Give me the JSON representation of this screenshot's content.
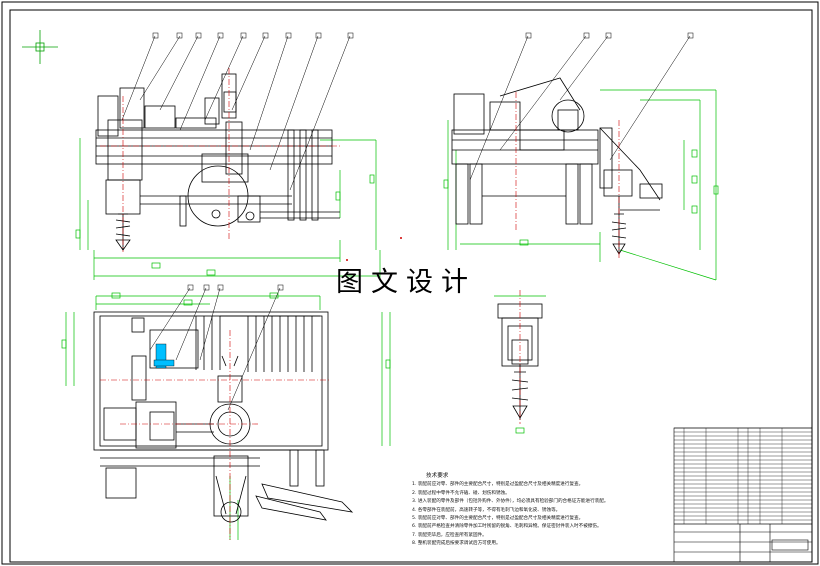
{
  "watermark": "图文设计",
  "notes": {
    "title": "技术要求",
    "items": [
      "1. 装配前应对零、部件的主要配合尺寸，特别是过盈配合尺寸及相关精度进行复查。",
      "2. 装配过程中零件不允许磕、碰、划伤和锈蚀。",
      "3. 进入装配的零件及部件（包括外购件、外协件），均必须具有检验部门的合格证方能进行装配。",
      "4. 各零部件在装配前，高速转子等，不得有毛刺飞边和氧化皮、锈蚀等。",
      "5. 装配前应对零、部件的主要配合尺寸，特别是过盈配合尺寸及相关精度进行复查。",
      "6. 装配前严格检查并清除零件加工时残留的锐角、毛刺和异物。保证密封件装入时不被擦伤。",
      "7. 装配完毕后，应检查所有紧固件。",
      "8. 整机装配完成后按要求调试后方可使用。"
    ]
  },
  "colors": {
    "outline": "#000000",
    "dimension": "#00c000",
    "centerline": "#d00000",
    "highlight": "#00bfff"
  }
}
